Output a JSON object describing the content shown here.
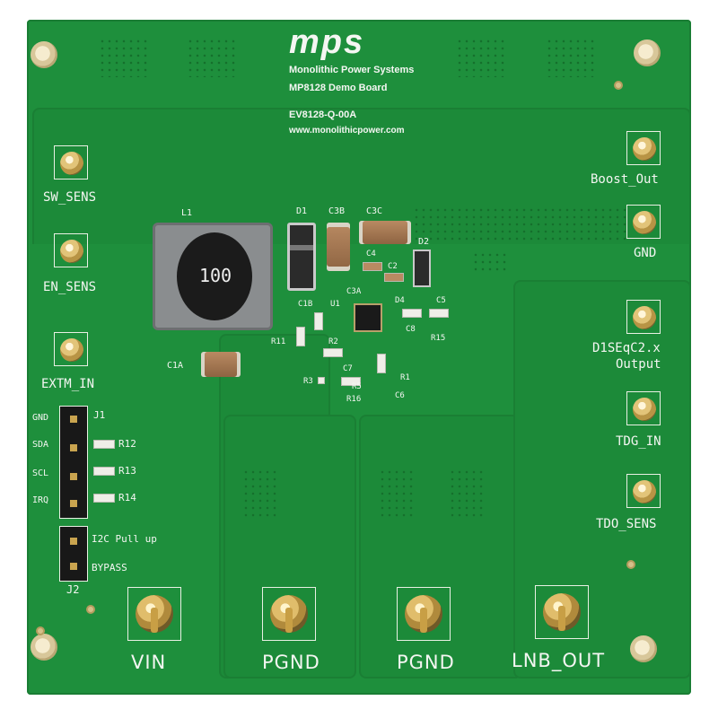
{
  "brand": {
    "logo_text": "mps",
    "company": "Monolithic Power Systems",
    "board_name": "MP8128 Demo Board",
    "part_number": "EV8128-Q-00A",
    "website": "www.monolithicpower.com"
  },
  "left_testpoints": [
    "SW_SENS",
    "EN_SENS",
    "EXTM_IN"
  ],
  "right_testpoints": [
    "Boost_Out",
    "GND",
    "D1SEqC2.x",
    "Output",
    "TDG_IN",
    "TDO_SENS"
  ],
  "header_j1": {
    "ref": "J1",
    "pins": [
      "GND",
      "SDA",
      "SCL",
      "IRQ"
    ],
    "resistors": [
      "R12",
      "R13",
      "R14"
    ]
  },
  "header_j2": {
    "ref": "J2",
    "labels": [
      "I2C Pull up",
      "BYPASS"
    ]
  },
  "bottom_connectors": [
    "VIN",
    "PGND",
    "PGND",
    "LNB_OUT"
  ],
  "components": {
    "L1": "L1",
    "L1_marking": "100",
    "D1": "D1",
    "C3B": "C3B",
    "C3C": "C3C",
    "D2": "D2",
    "C4": "C4",
    "C2": "C2",
    "C3A": "C3A",
    "U1": "U1",
    "C1B": "C1B",
    "D4": "D4",
    "C5": "C5",
    "C8": "C8",
    "R15": "R15",
    "R11": "R11",
    "R2": "R2",
    "C1A": "C1A",
    "C7": "C7",
    "R1": "R1",
    "R3": "R3",
    "R5": "R5",
    "R16": "R16",
    "C6": "C6"
  },
  "colors": {
    "pcb": "#1e8f3c",
    "silkscreen": "#f4f6f2",
    "gold": "#d4b06a"
  }
}
